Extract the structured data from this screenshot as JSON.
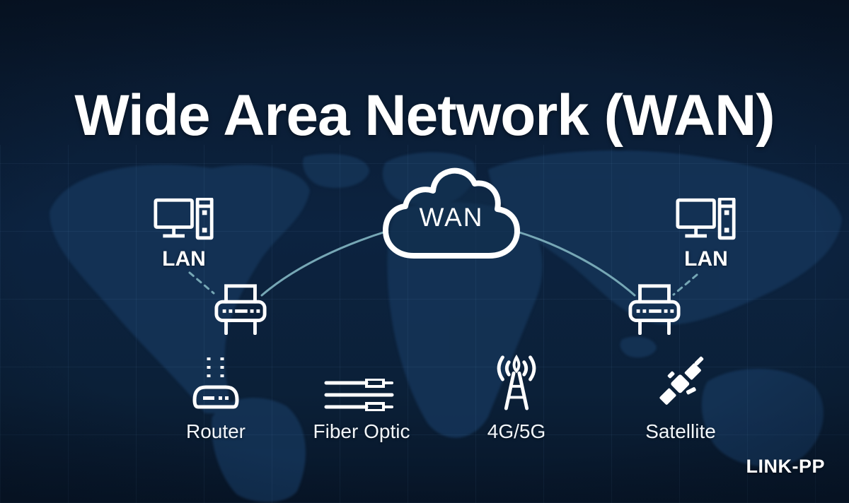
{
  "title": "Wide Area Network (WAN)",
  "cloud": {
    "label": "WAN",
    "icon": "cloud-icon"
  },
  "left_lan": {
    "label": "LAN",
    "icon": "desktop-computer-icon"
  },
  "right_lan": {
    "label": "LAN",
    "icon": "desktop-computer-icon"
  },
  "edge_devices": {
    "left": {
      "icon": "modem-icon"
    },
    "right": {
      "icon": "modem-icon"
    }
  },
  "connections": {
    "style": "curved-teal-lines",
    "links": [
      "wan-cloud to left-modem",
      "wan-cloud to right-modem",
      "left-lan to left-modem (dashed)",
      "right-lan to right-modem (dashed)"
    ]
  },
  "bottom_row": {
    "items": [
      {
        "label": "Router",
        "icon": "wifi-router-icon"
      },
      {
        "label": "Fiber Optic",
        "icon": "fiber-cables-icon"
      },
      {
        "label": "4G/5G",
        "icon": "cell-tower-icon"
      },
      {
        "label": "Satellite",
        "icon": "satellite-icon"
      }
    ]
  },
  "brand": "LINK-PP",
  "colors": {
    "background": "#0a1c33",
    "map_land": "#143356",
    "connection_line": "#76a7b5",
    "icon_stroke": "#ffffff",
    "text": "#ffffff"
  }
}
